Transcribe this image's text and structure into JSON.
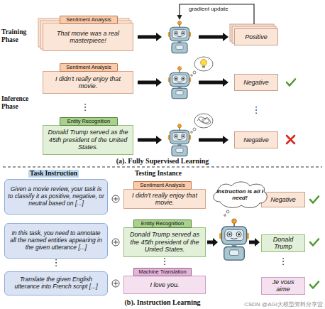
{
  "diagram": {
    "nodes": [
      {
        "text": [
          "Sentiment Analysis"
        ]
      },
      {
        "text": [
          "That movie was a real masterpiece!"
        ]
      },
      {
        "text": [
          "Positive"
        ]
      },
      {
        "text": [
          "Sentiment Analysis"
        ]
      },
      {
        "text": [
          "I didn't really enjoy that movie."
        ]
      },
      {
        "text": [
          "Negative"
        ]
      },
      {
        "text": [
          "Entity Recognition"
        ]
      },
      {
        "text": [
          "Donald Trump served as the 45th president of the United States."
        ]
      },
      {
        "text": [
          "Negative"
        ]
      },
      {
        "text": [
          "Given a movie review, your task is to classify it as positive, negative, or neutral based on [...]"
        ]
      },
      {
        "text": [
          "Sentiment Analysis"
        ]
      },
      {
        "text": [
          "I didn't really enjoy that movie."
        ]
      },
      {
        "text": [
          "Instruction is all I need!"
        ]
      },
      {
        "text": [
          "Negative"
        ]
      },
      {
        "text": [
          "In this task, you need to annotate all the named entities appearing in the given utterance [...]"
        ]
      },
      {
        "text": [
          "Entity Recognition"
        ]
      },
      {
        "text": [
          "Donald Trump served as the 45th president of the United States."
        ]
      },
      {
        "text": [
          "Donald Trump"
        ]
      },
      {
        "text": [
          "Translate the given English utterance into French script [...]"
        ]
      },
      {
        "text": [
          "Machine Translation"
        ]
      },
      {
        "text": [
          "I love you."
        ]
      },
      {
        "text": [
          "Je vous aime"
        ]
      }
    ],
    "labels": [
      "Training Phase",
      "gradient update",
      "Inference Phase",
      "⋮",
      "⋮",
      "(a). Fully Supervised Learning",
      "Task Instruction",
      "Testing Instance",
      "⋮",
      "⋮",
      "⋮",
      "(b). Instruction Learning",
      "CSDN @AGI大模型资料分享营"
    ]
  }
}
